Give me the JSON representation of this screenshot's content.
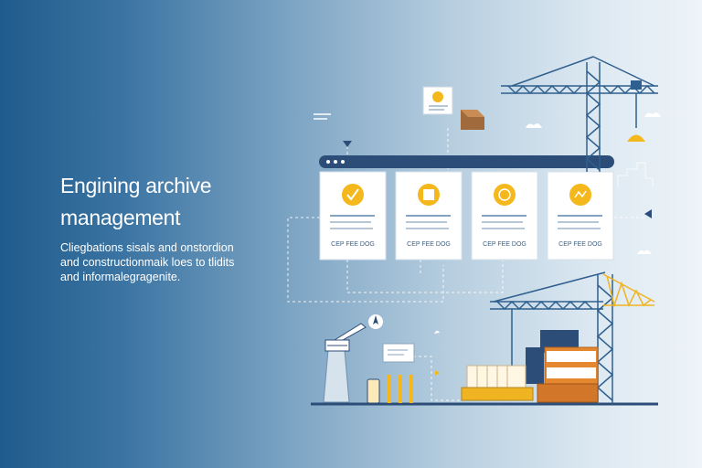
{
  "headline": {
    "line1": "Engining archive",
    "line2": "management"
  },
  "subtext": {
    "line1": "Cliegbations sisals and onstordion",
    "line2": "and constructionmaik loes to tlidits",
    "line3": "and informalegragenite."
  },
  "cards": [
    {
      "icon": "check-icon",
      "caption": "CEP FEE DOG"
    },
    {
      "icon": "folder-icon",
      "caption": "CEP FEE DOG"
    },
    {
      "icon": "chart-icon",
      "caption": "CEP FEE DOG"
    },
    {
      "icon": "analytics-icon",
      "caption": "CEP FEE DOG"
    }
  ],
  "colors": {
    "background_left": "#1f5b8c",
    "background_right": "#eef4f8",
    "accent_yellow": "#f5b81c",
    "crane_blue": "#2f5f8e",
    "crane_yellow": "#f0b322",
    "navy": "#2c4d78"
  }
}
